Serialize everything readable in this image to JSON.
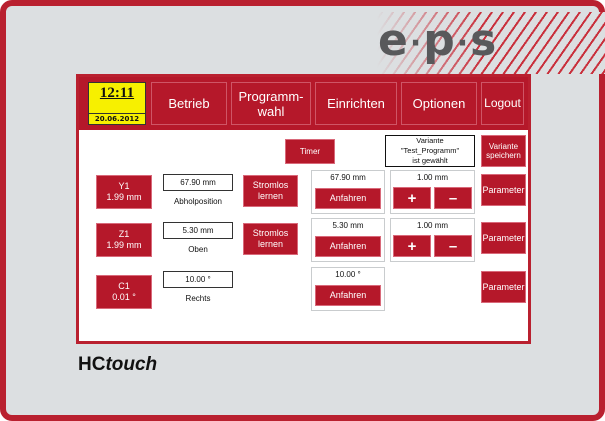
{
  "device": {
    "brand_hc": "HC",
    "brand_touch": "touch",
    "logo": {
      "e": "e",
      "dot1": "·",
      "p": "p",
      "dot2": "·",
      "s": "s"
    }
  },
  "clock": {
    "time": "12:11",
    "date": "20.06.2012"
  },
  "tabs": [
    {
      "label": "Betrieb"
    },
    {
      "label": "Programm-\nwahl"
    },
    {
      "label": "Einrichten"
    },
    {
      "label": "Optionen"
    },
    {
      "label": "Logout"
    }
  ],
  "toolbar": {
    "timer_label": "Timer",
    "variante_line1": "Variante",
    "variante_line2": "\"Test_Programm\"",
    "variante_line3": "ist gewählt",
    "variante_save_label": "Variante\nspeichern"
  },
  "axes": [
    {
      "name": "Y1",
      "value": "1.99 mm",
      "position_value": "67.90 mm",
      "position_caption": "Abholposition",
      "learn_label": "Stromlos\nlernen",
      "target_value": "67.90 mm",
      "move_label": "Anfahren",
      "step_value": "1.00 mm",
      "plus_label": "+",
      "minus_label": "–",
      "parameter_label": "Parameter"
    },
    {
      "name": "Z1",
      "value": "1.99 mm",
      "position_value": "5.30 mm",
      "position_caption": "Oben",
      "learn_label": "Stromlos\nlernen",
      "target_value": "5.30 mm",
      "move_label": "Anfahren",
      "step_value": "1.00 mm",
      "plus_label": "+",
      "minus_label": "–",
      "parameter_label": "Parameter"
    },
    {
      "name": "C1",
      "value": "0.01 °",
      "position_value": "10.00 °",
      "position_caption": "Rechts",
      "learn_label": "",
      "target_value": "10.00 °",
      "move_label": "Anfahren",
      "step_value": "",
      "plus_label": "",
      "minus_label": "",
      "parameter_label": "Parameter"
    }
  ],
  "colors": {
    "red": "#b5182a",
    "frame_red": "#b9202f",
    "body_gray": "#dcdfe1",
    "clock_yellow": "#f7f000",
    "logo_gray": "#58595b"
  }
}
